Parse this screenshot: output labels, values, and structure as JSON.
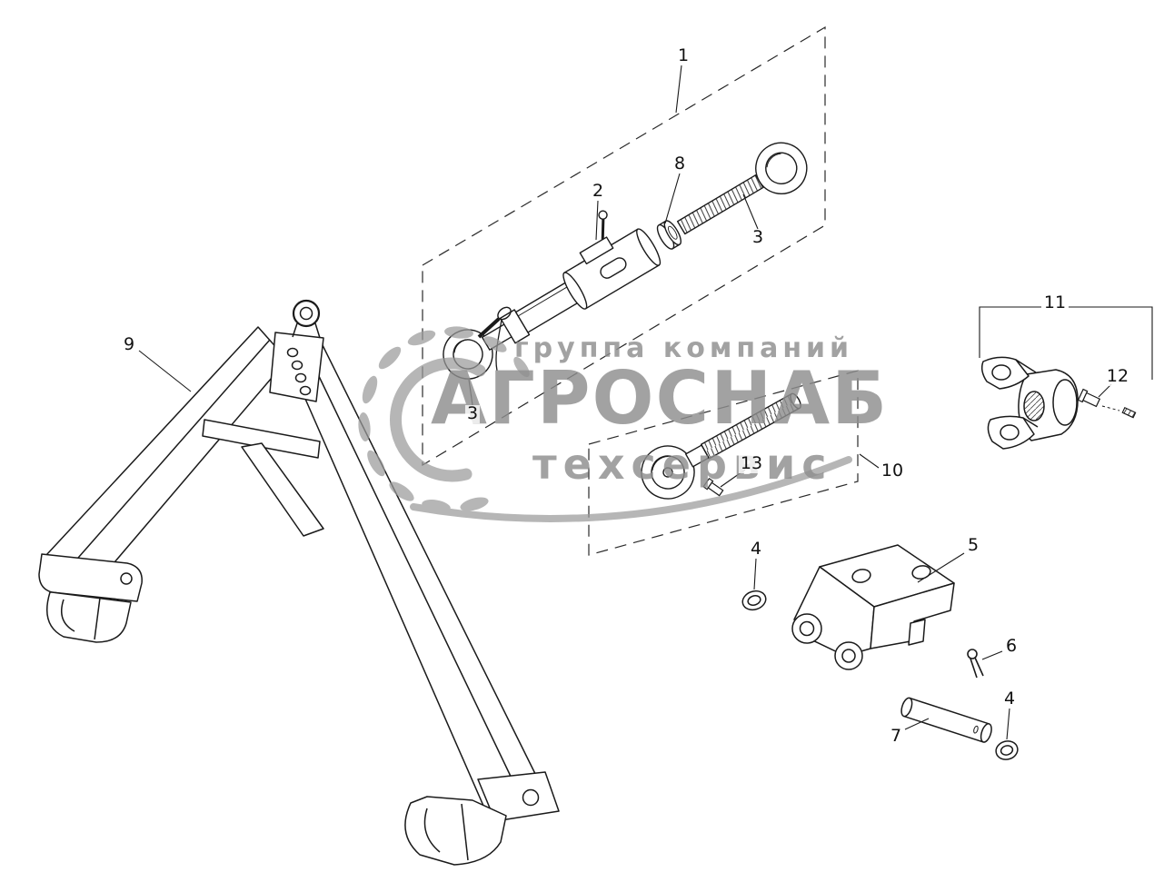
{
  "watermark": {
    "line1": "группа компаний",
    "line2": "АГРОСНАБ",
    "line3": "техсервис",
    "color": "#8e8e8e"
  },
  "callouts": [
    {
      "label": "1"
    },
    {
      "label": "2"
    },
    {
      "label": "8"
    },
    {
      "label": "3"
    },
    {
      "label": "3"
    },
    {
      "label": "9"
    },
    {
      "label": "13"
    },
    {
      "label": "10"
    },
    {
      "label": "11"
    },
    {
      "label": "12"
    },
    {
      "label": "4"
    },
    {
      "label": "5"
    },
    {
      "label": "6"
    },
    {
      "label": "7"
    },
    {
      "label": "4"
    }
  ]
}
